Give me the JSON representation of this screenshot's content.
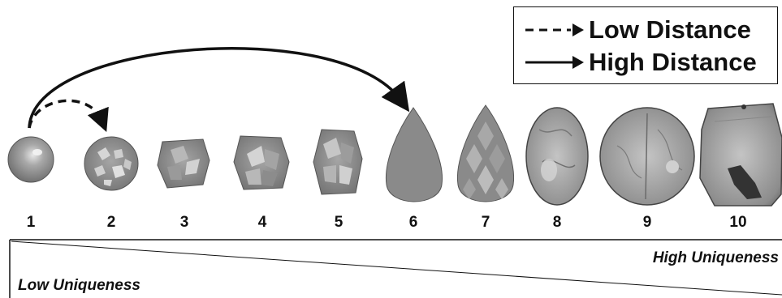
{
  "legend": {
    "low_label": "Low Distance",
    "high_label": "High Distance",
    "low_line_style": "dashed",
    "high_line_style": "solid"
  },
  "items": [
    {
      "number": "1",
      "shape": "round-cabochon"
    },
    {
      "number": "2",
      "shape": "round-faceted-spots"
    },
    {
      "number": "3",
      "shape": "round-faceted"
    },
    {
      "number": "4",
      "shape": "oval-faceted"
    },
    {
      "number": "5",
      "shape": "oval-faceted"
    },
    {
      "number": "6",
      "shape": "pear-smooth"
    },
    {
      "number": "7",
      "shape": "pear-diamond-faceted"
    },
    {
      "number": "8",
      "shape": "oval-textured"
    },
    {
      "number": "9",
      "shape": "oval-textured"
    },
    {
      "number": "10",
      "shape": "irregular-textured"
    }
  ],
  "arrows": [
    {
      "from": "1",
      "to": "2",
      "type": "low"
    },
    {
      "from": "1",
      "to": "6",
      "type": "high"
    }
  ],
  "uniqueness": {
    "high_label": "High Uniqueness",
    "low_label": "Low Uniqueness"
  },
  "colors": {
    "ink": "#111111",
    "gem_light": "#bdbdbd",
    "gem_mid": "#8e8e8e",
    "gem_dark": "#5a5a5a"
  }
}
